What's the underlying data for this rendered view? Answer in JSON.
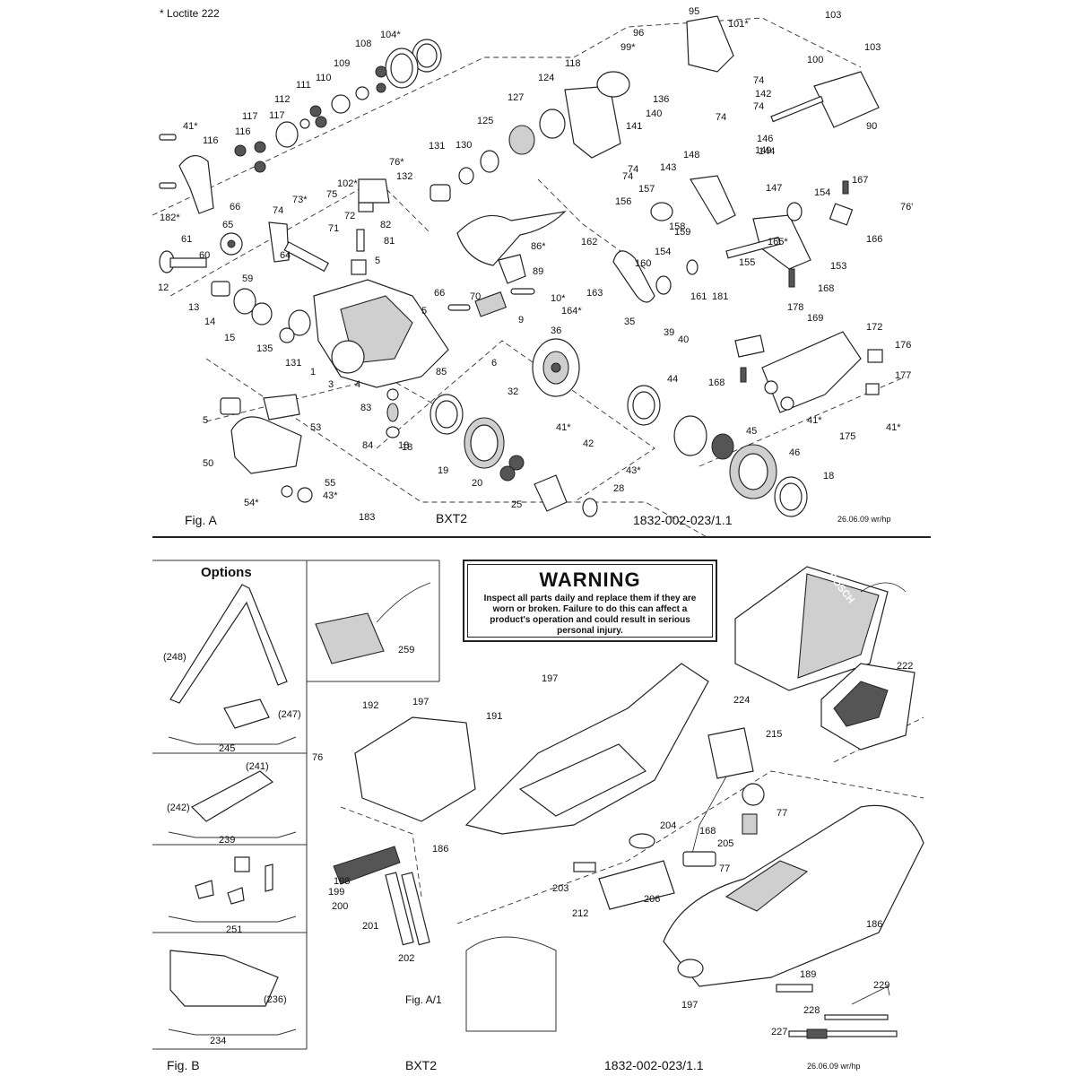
{
  "header": {
    "note": "* Loctite 222"
  },
  "figA": {
    "fig_label": "Fig. A",
    "model": "BXT2",
    "doc_number": "1832-002-023/1.1",
    "date": "26.06.09 wr/hp",
    "parts": [
      "1",
      "3",
      "4",
      "5",
      "5",
      "5",
      "6",
      "9",
      "10*",
      "12",
      "13",
      "14",
      "15",
      "18",
      "18",
      "18",
      "19",
      "20",
      "25",
      "28",
      "32",
      "35",
      "36",
      "39",
      "40",
      "41*",
      "41*",
      "41*",
      "41*",
      "42",
      "43*",
      "43*",
      "44",
      "45",
      "46",
      "50",
      "53",
      "54*",
      "55",
      "59",
      "60",
      "61",
      "64",
      "65",
      "66",
      "66",
      "70",
      "71",
      "72",
      "73*",
      "74",
      "74",
      "74",
      "74",
      "74",
      "74",
      "75",
      "76*",
      "76'",
      "81",
      "82",
      "83",
      "84",
      "85",
      "86*",
      "89",
      "90",
      "95",
      "96",
      "99*",
      "100",
      "101*",
      "102*",
      "103",
      "103",
      "104*",
      "108",
      "109",
      "110",
      "111",
      "112",
      "116",
      "116",
      "117",
      "117",
      "118",
      "124",
      "125",
      "127",
      "130",
      "131",
      "131",
      "132",
      "135",
      "136",
      "140",
      "141",
      "142",
      "143",
      "144",
      "146",
      "147",
      "148",
      "149",
      "153",
      "154",
      "154",
      "155",
      "156",
      "157",
      "158",
      "159",
      "160",
      "161",
      "162",
      "163",
      "164*",
      "165*",
      "166",
      "167",
      "168",
      "168",
      "169",
      "172",
      "175",
      "176",
      "177",
      "178",
      "181",
      "182*",
      "183"
    ]
  },
  "figB": {
    "fig_label": "Fig. B",
    "model": "BXT2",
    "doc_number": "1832-002-023/1.1",
    "date": "26.06.09 wr/hp",
    "options_title": "Options",
    "warning": {
      "title": "WARNING",
      "text": "Inspect all parts daily and replace them if they are worn or broken. Failure to do this can affect a product's operation and could result in serious personal injury."
    },
    "charger_brand": "BOSCH",
    "fig_ref": "Fig. A/1",
    "parts": [
      "(236)",
      "(241)",
      "(242)",
      "(247)",
      "(248)",
      "76",
      "77",
      "77",
      "168",
      "186",
      "186",
      "189",
      "191",
      "192",
      "197",
      "197",
      "197",
      "198",
      "199",
      "200",
      "201",
      "202",
      "203",
      "204",
      "205",
      "206",
      "212",
      "215",
      "222",
      "224",
      "227",
      "228",
      "229",
      "234",
      "239",
      "245",
      "251",
      "259"
    ]
  }
}
